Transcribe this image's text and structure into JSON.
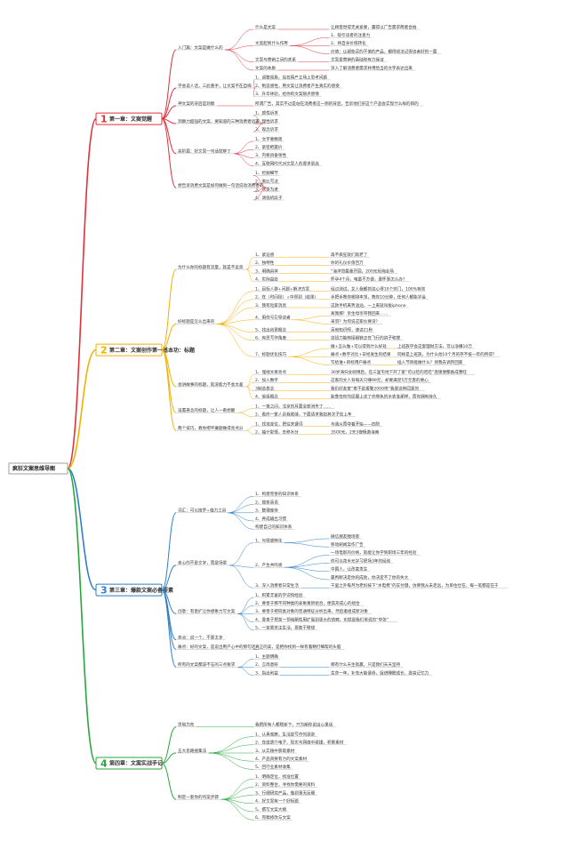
{
  "root": {
    "label": "疯狂文案思维导图"
  },
  "colors": {
    "root_border": "#888888",
    "ch1": "#e0303a",
    "ch2": "#f4b000",
    "ch3": "#2e7fc8",
    "ch4": "#27a73b",
    "twig": "#b9b9b9"
  },
  "chapters": [
    {
      "num": "1",
      "label": "第一章：文案觉醒",
      "color_key": "ch1",
      "children": [
        {
          "label": "入门篇：文案是做什么的",
          "children": [
            {
              "label": "什么是文案",
              "children": [
                {
                  "label": "让顾客觉得无关紧要，赢得以广告需求两者合拍"
                }
              ]
            },
            {
              "label": "文案起到什么作用",
              "children": [
                {
                  "label": "1、吸引读者的注意力"
                },
                {
                  "label": "2、将自身价值转化"
                },
                {
                  "label": "价值：让那些买的不值的产品，都得想法记得读者好的一面"
                }
              ]
            },
            {
              "label": "文案与营销之间的关系",
              "children": [
                {
                  "label": "文案是营销的基础和有力保证"
                }
              ]
            },
            {
              "label": "文案的本质",
              "children": [
                {
                  "label": "深入了解消费者需求并用恰当的文字表达出来"
                }
              ]
            }
          ]
        },
        {
          "label": "学会说人话，三此重手，让文案不在自嗨",
          "children": [
            {
              "label": "1、调整视角，站在用户立场上思考问题"
            },
            {
              "label": "2、制造感性，用文案让消费者产生真实的感受"
            },
            {
              "label": "3、升华体验，给你的文案赋点感情"
            }
          ]
        },
        {
          "label": "神文案的背后是洞察",
          "children": [
            {
              "label": "所谓广告，其实不过是站在消费者这一侧的背后，告诉他们买这个产品会实现什么样的目的"
            }
          ]
        },
        {
          "label": "洞察力超强的文案，要知道的三种消费者诉求",
          "children": [
            {
              "label": "1、感性诉求"
            },
            {
              "label": "2、理性诉求"
            },
            {
              "label": "3、观念诉求"
            }
          ]
        },
        {
          "label": "高阶篇：好文案一句话就够了",
          "children": [
            {
              "label": "1、文字要精简"
            },
            {
              "label": "2、紧密把握价"
            },
            {
              "label": "3、内要具备张性"
            },
            {
              "label": "4、互联网时代对文案人的要求更高"
            }
          ]
        },
        {
          "label": "想告诉消费文案是如何做到一句话说动消费者的",
          "children": [
            {
              "label": "1、挖掘细节"
            },
            {
              "label": "2、类比写法"
            },
            {
              "label": "3、以退为进"
            },
            {
              "label": "4、调低机段子"
            }
          ]
        }
      ]
    },
    {
      "num": "2",
      "label": "第二章：文案创作第一基本功：标题",
      "color_key": "ch2",
      "children": [
        {
          "label": "为什么你的标题有流量，就是不卖货",
          "children": [
            {
              "label": "1、紧迫感",
              "children": [
                {
                  "label": "再不疯狂就们就老了"
                }
              ]
            },
            {
              "label": "2、独特性",
              "children": [
                {
                  "label": "你的礼仪价值百万"
                }
              ]
            },
            {
              "label": "3、明确具体",
              "children": [
                {
                  "label": "“海洋馆最重开园，200元玩嗨全场"
                }
              ]
            },
            {
              "label": "4、实际益处",
              "children": [
                {
                  "label": "怀孕4个月，电量不方便，妻怀事怎么办？"
                }
              ]
            }
          ]
        },
        {
          "label": "好标题是怎么出来的",
          "children": [
            {
              "label": "1、目标人群+问题+解决方案",
              "children": [
                {
                  "label": "经过测试，女人我都抓这心得10个窍门，100%有效"
                }
              ]
            },
            {
              "label": "2、在（时间段）+中得到（结果）",
              "children": [
                {
                  "label": "手把手教你哪排本领，教你10分钟，任何人都能学会"
                }
              ]
            },
            {
              "label": "3、我有险家消息",
              "children": [
                {
                  "label": "这款手机来势汹汹，一上来就叫板iphone"
                }
              ]
            },
            {
              "label": "4、用你亏引导读者",
              "children": [
                {
                  "label": "离我那！亲生母亲带我回来……"
                },
                {
                  "label": "采羽？为何说这家伙要没？"
                }
              ]
            },
            {
              "label": "5、找出创意概念",
              "children": [
                {
                  "label": "另他知识呀，速读21秒"
                }
              ]
            },
            {
              "label": "6、有思写作角度",
              "children": [
                {
                  "label": "这班力能转接钢铁正在飞行的鸽子和撑"
                }
              ]
            },
            {
              "label": "7、标题优化技巧",
              "children": [
                {
                  "label": "做+怎么做+可以得到什么好处",
                  "children": [
                    {
                      "label": "上班族学会这套理财方法，可以净赚10万"
                    }
                  ]
                },
                {
                  "label": "痛点+数字对比+日经发生的结果",
                  "children": [
                    {
                      "label": "同样是上班族，为什么他10个月的存不抵一年的所得？"
                    }
                  ]
                },
                {
                  "label": "写给谁+目标用户痛点",
                  "children": [
                    {
                      "label": "插入节目能做什么？领我去调剂回家"
                    }
                  ]
                }
              ]
            }
          ]
        },
        {
          "label": "会讲故事的标题，就没能力不会太差",
          "children": [
            {
              "label": "1、埋线文章亮点",
              "children": [
                {
                  "label": "30岁海归女硕博后，在三里屯地下开了家“可以吃的吃吃”连锁便都备成曹旺"
                }
              ]
            },
            {
              "label": "2、加入数字",
              "children": [
                {
                  "label": "这家的文人背每天只赚99元，却要满足5万元客的要心"
                }
              ]
            },
            {
              "label": "3制造悬念",
              "children": [
                {
                  "label": "我仍好友家“客不是报警2000块”我要这种回复的"
                }
              ]
            },
            {
              "label": "4、偷接概念",
              "children": [
                {
                  "label": "能鲁在你的屈服上读了你增色的水表准那样，而你拥有持久"
                }
              ]
            }
          ]
        },
        {
          "label": "设置悬念的标题，让人一看想翻",
          "children": [
            {
              "label": "1、一夜之间，北京的月面全部消失了……"
            },
            {
              "label": "2、看庆一家人县我裁缝，下面请求我如其次子您上车"
            }
          ]
        },
        {
          "label": "两个技巧，教你把平庸题做得亮点分",
          "children": [
            {
              "label": "1、找准定位，把往关键词",
              "children": [
                {
                  "label": "与通从而夺着开始——四院"
                }
              ]
            },
            {
              "label": "2、抽什影情，去移水分",
              "children": [
                {
                  "label": "3500元，2天3夜畅游海南"
                }
              ]
            }
          ]
        }
      ]
    },
    {
      "num": "3",
      "label": "第三章：爆款文案必备要素",
      "color_key": "ch3",
      "children": [
        {
          "label": "词汇：可以搜罗+临力工具",
          "children": [
            {
              "label": "1、构建完善的知识体系"
            },
            {
              "label": "2、搜索英语"
            },
            {
              "label": "3、整理库存"
            },
            {
              "label": "4、养成输出习惯"
            },
            {
              "label": "构建自己的知识体系"
            }
          ]
        },
        {
          "label": "走心的不是文字，而是场景",
          "children": [
            {
              "label": "1、与情感转化",
              "children": [
                {
                  "label": "微信朋友圈场景"
                },
                {
                  "label": "移动刷闻案作广告"
                }
              ]
            },
            {
              "label": "2、产生共鸣感",
              "children": [
                {
                  "label": "一场电影的价格，就能让你学到职场三年的经验"
                },
                {
                  "label": "你可以花半元学习职场3年的经验"
                },
                {
                  "label": "中国人，让改变发生"
                },
                {
                  "label": "最判断决定你的成败，你决定不了你的失大"
                }
              ]
            },
            {
              "label": "3、深入消费者日常生活",
              "children": [
                {
                  "label": "千里之外每月为老妈按下“水电费”的支付键，仿佛我从未走远，为单住仕在，每一笔都是在于"
                }
              ]
            }
          ]
        },
        {
          "label": "创意：有意扩让你想象力写文案",
          "children": [
            {
              "label": "1、积累丰富的学识和经验"
            },
            {
              "label": "2、要善于那不同种类的表象重新组合，便其形成心的组合"
            },
            {
              "label": "3、要善于把同类对象的普通特征分析出来，然后邀组成新对象"
            },
            {
              "label": "4、要善于把某一领域颠性用扩展到更大的范畴，也就是我们常说的“夸张”"
            },
            {
              "label": "5、一定要关注生活，要敢于联想"
            }
          ]
        },
        {
          "label": "卖点：说一个，不要太多"
        },
        {
          "label": "痛点：好的文案，是说出用户心中的那句话",
          "children": [
            {
              "label": "真正的美，是把你找到一样有着精打细帮的头脑"
            }
          ]
        },
        {
          "label": "所有的文案都该不忘的三点要求",
          "children": [
            {
              "label": "1、主题明确"
            },
            {
              "label": "2、言简意赅",
              "children": [
                {
                  "label": "哪有什么天生就赢，只是我们天天坚持"
                }
              ]
            },
            {
              "label": "3、指出利益",
              "children": [
                {
                  "label": "生命一年，补充大能便券，促进睡眠成长，提高记忆力"
                }
              ]
            }
          ]
        }
      ]
    },
    {
      "num": "4",
      "label": "第四章：文案实战手记",
      "color_key": "ch4",
      "children": [
        {
          "label": "思暗为先",
          "children": [
            {
              "label": "我把所有人都嗯新下，只为期你说出心里话"
            }
          ]
        },
        {
          "label": "五大思路搜集法",
          "children": [
            {
              "label": "1、认真观察，生活是写作的源泉"
            },
            {
              "label": "2、在纸质介电子、现实与网络中碰撞，积累素材"
            },
            {
              "label": "3、从实践中获取素材"
            },
            {
              "label": "4、产品资要有力的文案素材"
            },
            {
              "label": "5、回行业素材收集"
            }
          ]
        },
        {
          "label": "制定一套你的作案步骤",
          "children": [
            {
              "label": "1、明确定位，找准位置"
            },
            {
              "label": "2、资料整合，寻找你需要的资料"
            },
            {
              "label": "3、行细研究产品，做到事无巨细"
            },
            {
              "label": "4、好文案有一个好标题"
            },
            {
              "label": "5、撰写文案大纲"
            },
            {
              "label": "6、完稿修改与文案"
            }
          ]
        }
      ]
    }
  ]
}
